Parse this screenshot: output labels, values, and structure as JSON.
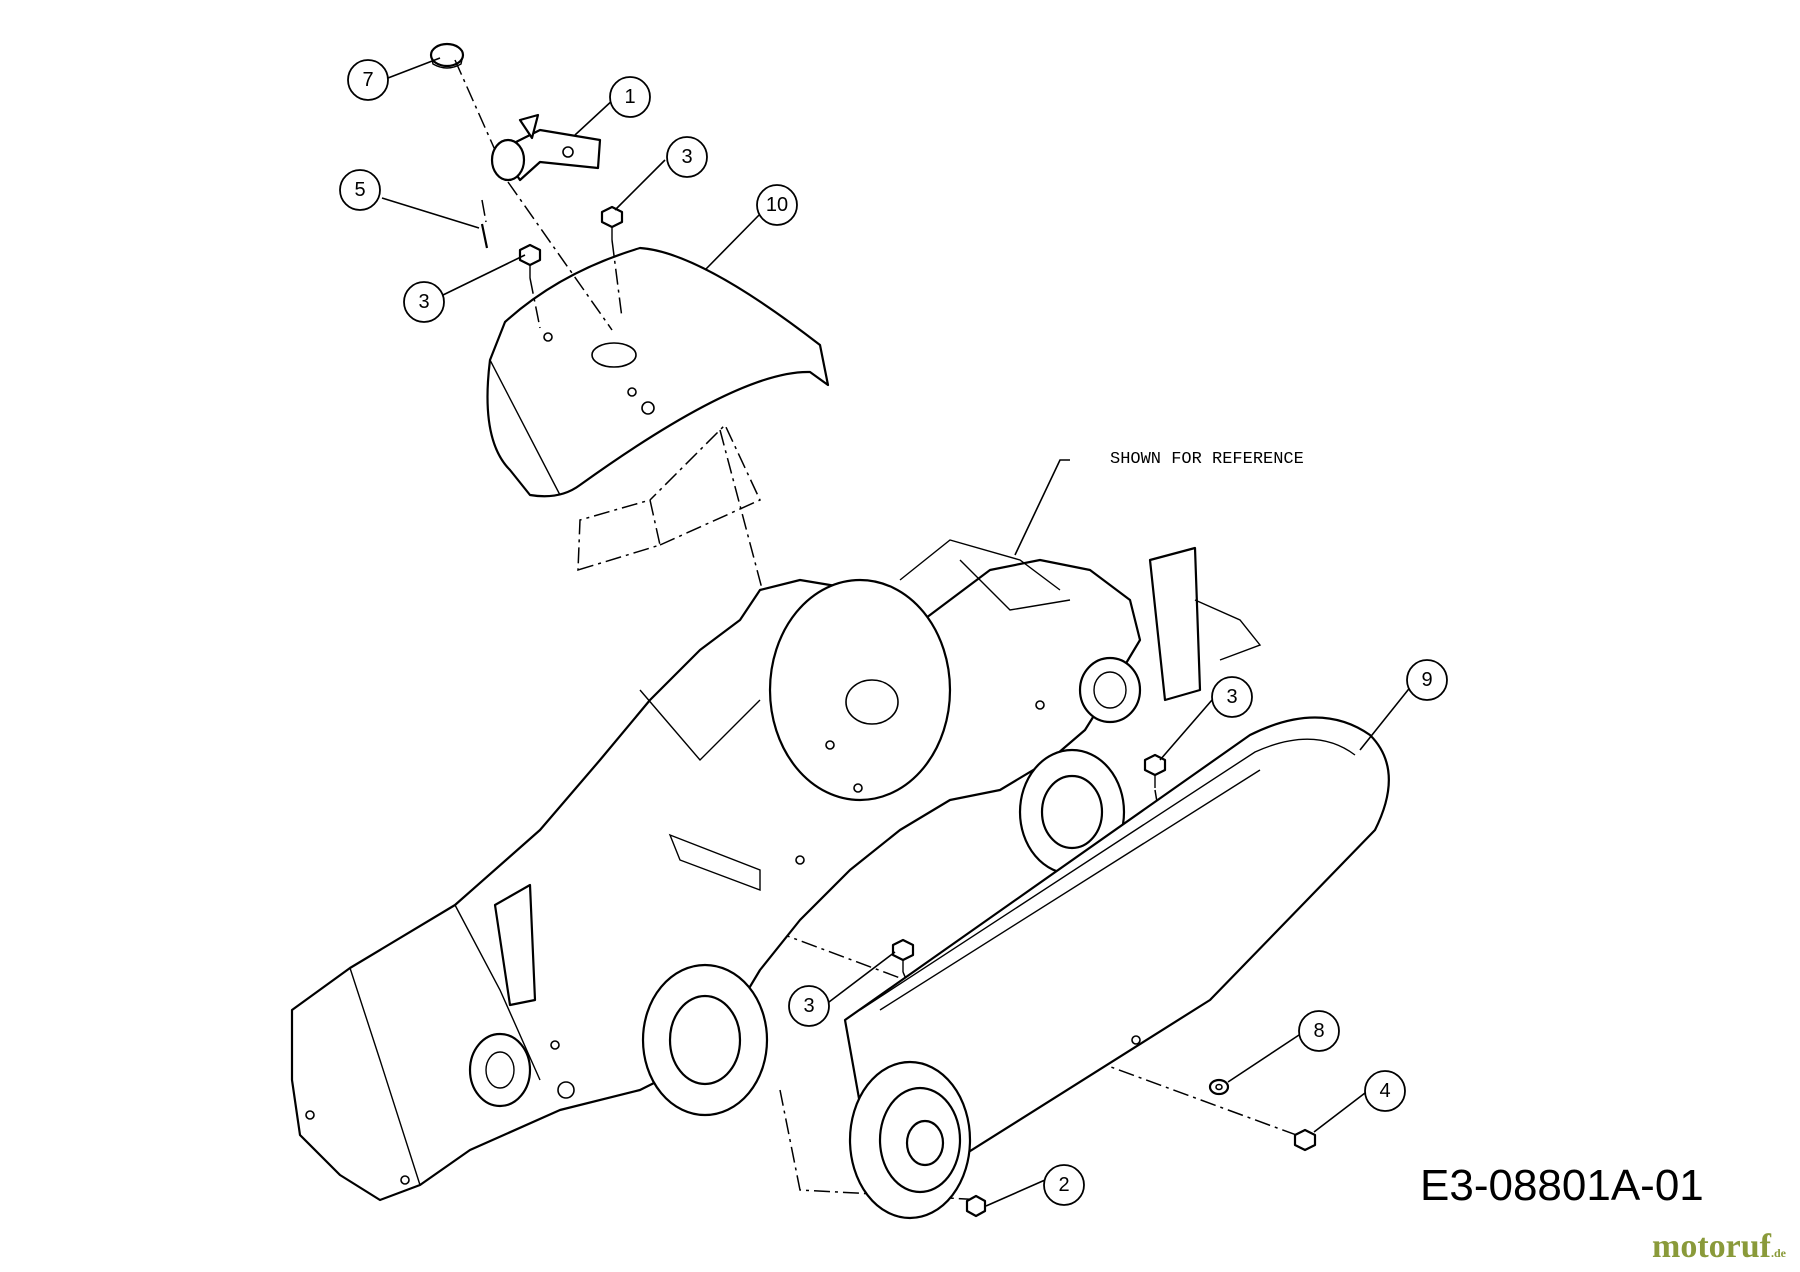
{
  "callouts": [
    {
      "label": "7"
    },
    {
      "label": "1"
    },
    {
      "label": "3"
    },
    {
      "label": "5"
    },
    {
      "label": "10"
    },
    {
      "label": "3"
    },
    {
      "label": "3"
    },
    {
      "label": "9"
    },
    {
      "label": "3"
    },
    {
      "label": "8"
    },
    {
      "label": "4"
    },
    {
      "label": "2"
    }
  ],
  "reference_label": "SHOWN FOR REFERENCE",
  "drawing_number": "E3-08801A-01",
  "watermark": {
    "brand": "motoruf",
    "suffix": ".de",
    "color": "#8a9a3a"
  }
}
